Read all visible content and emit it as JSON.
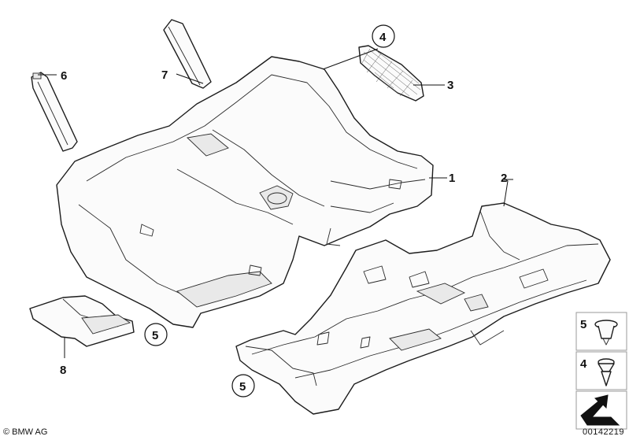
{
  "callouts": {
    "c1": "1",
    "c2": "2",
    "c3": "3",
    "c4_circle": "4",
    "c5_circle_a": "5",
    "c5_circle_b": "5",
    "c6": "6",
    "c7": "7",
    "c8": "8"
  },
  "legend": {
    "item5": "5",
    "item4": "4"
  },
  "footer": {
    "copyright": "© BMW AG",
    "diagram_id": "00142219"
  }
}
